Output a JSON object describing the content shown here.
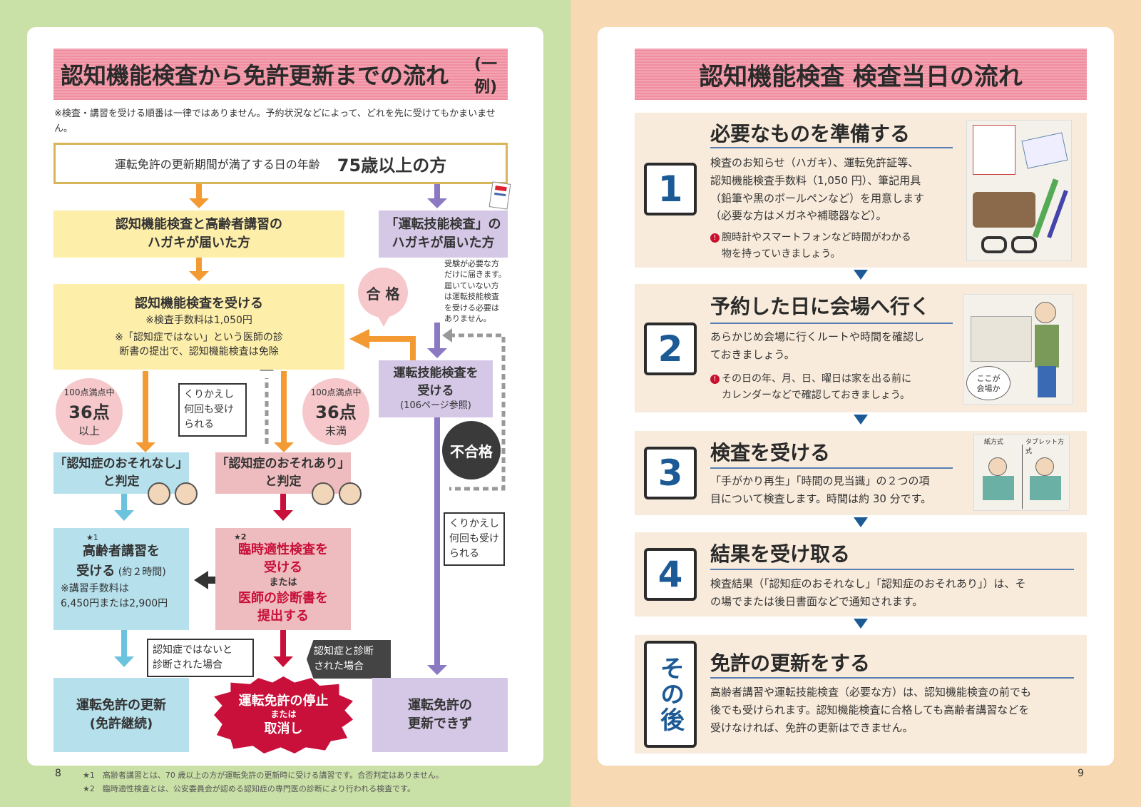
{
  "left": {
    "title": "認知機能検査から免許更新までの流れ",
    "title_suffix": "(一例)",
    "note": "※検査・講習を受ける順番は一律ではありません。予約状況などによって、どれを先に受けてもかまいません。",
    "age_box": {
      "text": "運転免許の更新期間が満了する日の年齢",
      "emph": "75歳以上の方"
    },
    "hagaki_a": [
      "認知機能検査と高齢者講習の",
      "ハガキが届いた方"
    ],
    "hagaki_b": [
      "「運転技能検査」の",
      "ハガキが届いた方"
    ],
    "hagaki_b_note": [
      "受験が必要な方",
      "だけに届きます。",
      "届いていない方",
      "は運転技能検査",
      "を受ける必要は",
      "ありません。"
    ],
    "test_box": {
      "title": "認知機能検査を受ける",
      "fee": "※検査手数料は1,050円",
      "note1": "※「認知症ではない」という医師の診",
      "note2": "断書の提出で、認知機能検査は免除"
    },
    "pass": "合 格",
    "fail": "不合格",
    "skill_test": [
      "運転技能検査を",
      "受ける",
      "(106ページ参照)"
    ],
    "score_high": {
      "top": "100点満点中",
      "score": "36点",
      "bottom": "以上"
    },
    "score_low": {
      "top": "100点満点中",
      "score": "36点",
      "bottom": "未満"
    },
    "repeat1": [
      "くりかえし",
      "何回も受け",
      "られる"
    ],
    "repeat2": [
      "くりかえし",
      "何回も受け",
      "られる"
    ],
    "no_risk": [
      "「認知症のおそれなし」",
      "と判定"
    ],
    "risk": [
      "「認知症のおそれあり」",
      "と判定"
    ],
    "lecture": {
      "star": "★1",
      "l1": "高齢者講習を",
      "l2": "受ける",
      "time": "(約２時間)",
      "fee1": "※講習手数料は",
      "fee2": "6,450円または2,900円"
    },
    "temp_test": {
      "star": "★2",
      "l1": "臨時適性検査を",
      "l2": "受ける",
      "or": "または",
      "l3": "医師の診断書を",
      "l4": "提出する"
    },
    "not_dementia": [
      "認知症ではないと",
      "診断された場合"
    ],
    "dementia": [
      "認知症と診断",
      "された場合"
    ],
    "renew": [
      "運転免許の更新",
      "(免許継続)"
    ],
    "stop": {
      "l1": "運転免許の停止",
      "or": "または",
      "l2": "取消し"
    },
    "cannot": [
      "運転免許の",
      "更新できず"
    ],
    "page_num": "8",
    "footnote1": "★1　高齢者講習とは、70 歳以上の方が運転免許の更新時に受ける講習です。合否判定はありません。",
    "footnote2": "★2　臨時適性検査とは、公安委員会が認める認知症の専門医の診断により行われる検査です。"
  },
  "right": {
    "title": "認知機能検査 検査当日の流れ",
    "page_num": "9",
    "steps": [
      {
        "num": "1",
        "title": "必要なものを準備する",
        "text": [
          "検査のお知らせ（ハガキ）、運転免許証等、",
          "認知機能検査手数料（1,050 円）、筆記用具",
          "（鉛筆や黒のボールペンなど）を用意します",
          "（必要な方はメガネや補聴器など）。"
        ],
        "note": [
          "腕時計やスマートフォンなど時間がわかる",
          "物を持っていきましょう。"
        ]
      },
      {
        "num": "2",
        "title": "予約した日に会場へ行く",
        "text": [
          "あらかじめ会場に行くルートや時間を確認し",
          "ておきましょう。"
        ],
        "note": [
          "その日の年、月、日、曜日は家を出る前に",
          "カレンダーなどで確認しておきましょう。"
        ],
        "bubble": [
          "ここが",
          "会場か"
        ]
      },
      {
        "num": "3",
        "title": "検査を受ける",
        "text": [
          "「手がかり再生」「時間の見当識」の２つの項",
          "目について検査します。時間は約 30 分です。"
        ],
        "labels": [
          "紙方式",
          "タブレット方式"
        ]
      },
      {
        "num": "4",
        "title": "結果を受け取る",
        "text": [
          "検査結果（「認知症のおそれなし」「認知症のおそれあり」）は、そ",
          "の場でまたは後日書面などで通知されます。"
        ]
      },
      {
        "num": "その後",
        "title": "免許の更新をする",
        "text": [
          "高齢者講習や運転技能検査（必要な方）は、認知機能検査の前でも",
          "後でも受けられます。認知機能検査に合格しても高齢者講習などを",
          "受けなければ、免許の更新はできません。"
        ]
      }
    ]
  }
}
